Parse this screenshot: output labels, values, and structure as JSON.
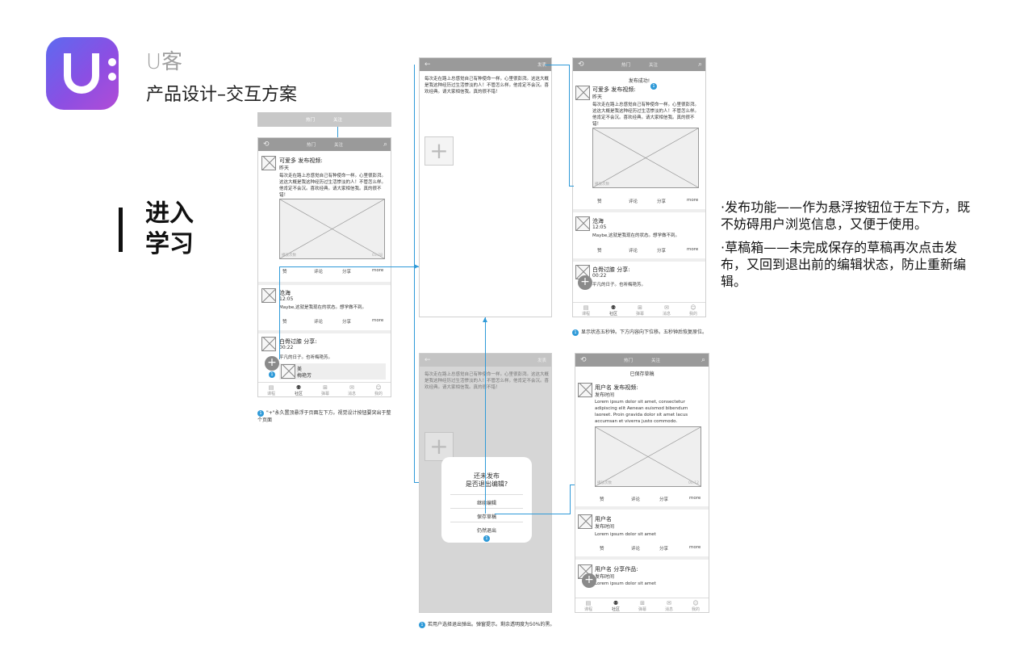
{
  "brand": {
    "name": "U客",
    "subtitle": "产品设计–交互方案",
    "logo_icon": "u-logo-icon"
  },
  "section": {
    "title_line1": "进入",
    "title_line2": "学习"
  },
  "colors": {
    "accent": "#2f9ad8",
    "topbar": "#9a9a9a",
    "logo_start": "#5d6af0",
    "logo_end": "#b14cd6"
  },
  "tabs": {
    "hot": "热门",
    "follow": "关注"
  },
  "actions": {
    "like": "赞",
    "comment": "评论",
    "share": "分享",
    "more": "more"
  },
  "bottom_nav": {
    "course": "课程",
    "community": "社区",
    "publish": "弹幕",
    "message": "消息",
    "mine": "我的"
  },
  "screen1": {
    "post1": {
      "name": "可爱多 发布视频:",
      "time": "昨天",
      "text": "每次走在路上总感觉自己有种使命一样。心里很彭湃。这这大概是我这种经历过生活惨淡的人！不管怎么样。他肯定不会沉。喜欢经典。请大家相信我。真的很不错！",
      "video": "播放次数",
      "duration": "03:28"
    },
    "post2": {
      "name": "沧海",
      "time": "12:05",
      "text": "Maybe,这就是我现在的状态。想学做不到。"
    },
    "post3": {
      "name": "白骨过膝 分享:",
      "time": "00:22",
      "text": "平凡的日子。也听梅艳芳。",
      "share_title": "美",
      "share_sub": "梅艳芳"
    },
    "badge": "1",
    "note": "\"+\"永久置顶悬浮于页面左下方。视觉设计按钮要突出于整个页面"
  },
  "screen2": {
    "send": "发表",
    "text": "每次走在路上总感觉自己有种使命一样。心里很彭湃。这这大概是我这种经历过生活惨淡的人！不管怎么样。他肯定不会沉。喜欢经典。请大家相信我。真的很不错！"
  },
  "screen3": {
    "toast": "发布成功!",
    "badge": "1",
    "post1": {
      "name": "可爱多 发布视频:",
      "time": "昨天",
      "text": "每次走在路上总感觉自己有种使命一样。心里很彭湃。这这大概是我这种经历过生活惨淡的人！不管怎么样。他肯定不会沉。喜欢经典。请大家相信我。真的很不错！",
      "video": "播放次数"
    },
    "post2": {
      "name": "沧海",
      "time": "12:05",
      "text": "Maybe,这就是我现在的状态。想学做不到。"
    },
    "post3": {
      "name": "白骨过膝 分享:",
      "time": "00:22",
      "text": "平凡的日子。也听梅艳芳。"
    },
    "note": "显示状态五秒钟。下方内容向下位移。五秒钟后恢复原位。"
  },
  "screen4": {
    "send": "发表",
    "text": "每次走在路上总感觉自己有种使命一样。心里很彭湃。这这大概是我这种经历过生活惨淡的人！不管怎么样。他肯定不会沉。喜欢经典。请大家相信我。真的很不错！",
    "dialog": {
      "title_line1": "还未发布",
      "title_line2": "是否退出编辑?",
      "continue": "继续编辑",
      "save": "保存草稿",
      "exit": "仍然退出"
    },
    "badge": "1",
    "note": "若用户选择退出弹出。弹窗提示。剩余透明度为50%的黑。"
  },
  "screen5": {
    "toast": "已保存草稿",
    "post1": {
      "name": "用户名 发布视频:",
      "time": "发布时间",
      "text": "Lorem ipsum dolor sit amet, consectetur adipiscing elit Aenean euismod bibendum laoreet. Proin gravida dolor sit amet lacus accumsan et viverra justo commodo.",
      "video": "播放次数",
      "duration": "00:12"
    },
    "post2": {
      "name": "用户名",
      "time": "发布时间",
      "text": "Lorem ipsum dolor sit amet"
    },
    "post3": {
      "name": "用户名 分享作品:",
      "time": "发布时间",
      "text": "Lorem ipsum dolor sit amet"
    }
  },
  "description": {
    "p1": "·发布功能——作为悬浮按钮位于左下方，既不妨碍用户浏览信息，又便于使用。",
    "p2": "·草稿箱——未完成保存的草稿再次点击发布，又回到退出前的编辑状态，防止重新编辑。"
  }
}
